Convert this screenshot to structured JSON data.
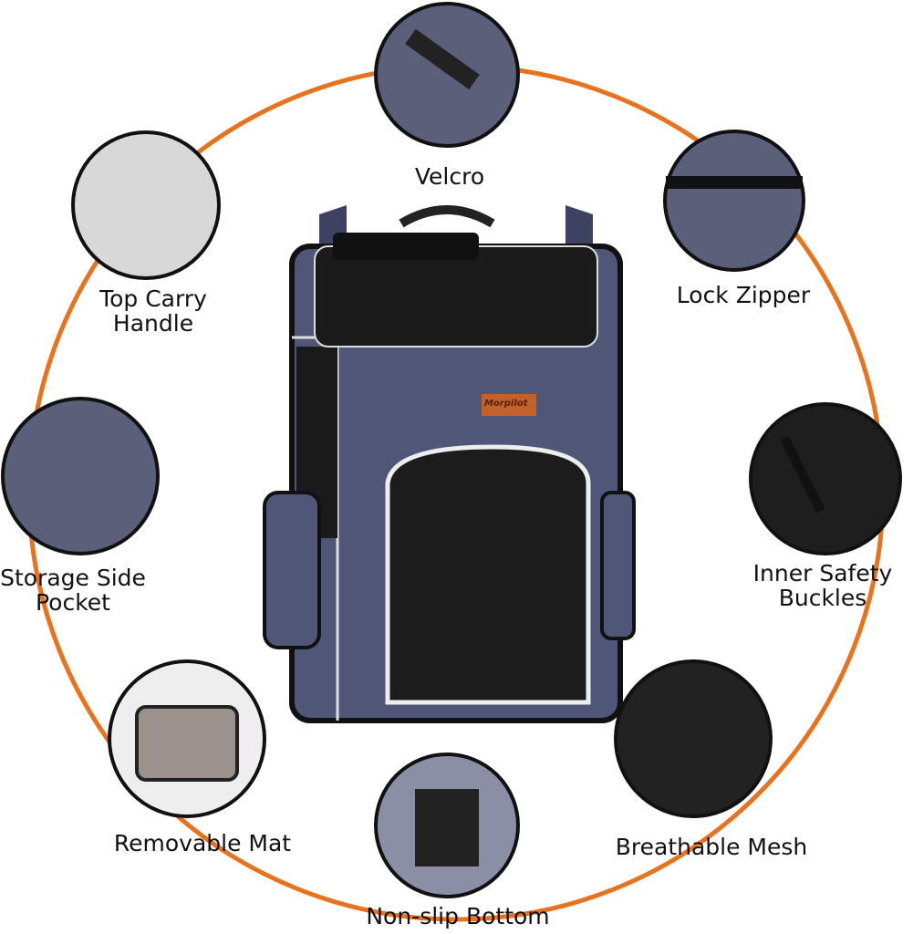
{
  "features": [
    {
      "label_lines": [
        "Velcro"
      ]
    },
    {
      "label_lines": [
        "Top Carry",
        "Handle"
      ]
    },
    {
      "label_lines": [
        "Lock Zipper"
      ]
    },
    {
      "label_lines": [
        "Storage Side",
        "Pocket"
      ]
    },
    {
      "label_lines": [
        "Inner Safety",
        "Buckles"
      ]
    },
    {
      "label_lines": [
        "Removable Mat"
      ]
    },
    {
      "label_lines": [
        "Breathable Mesh"
      ]
    },
    {
      "label_lines": [
        "Non-slip Bottom"
      ]
    }
  ],
  "brand_tag": "Morpilot",
  "colors": {
    "ring": "#e8731e",
    "fabric": "#4f5678",
    "mesh": "#1a1a1a"
  }
}
